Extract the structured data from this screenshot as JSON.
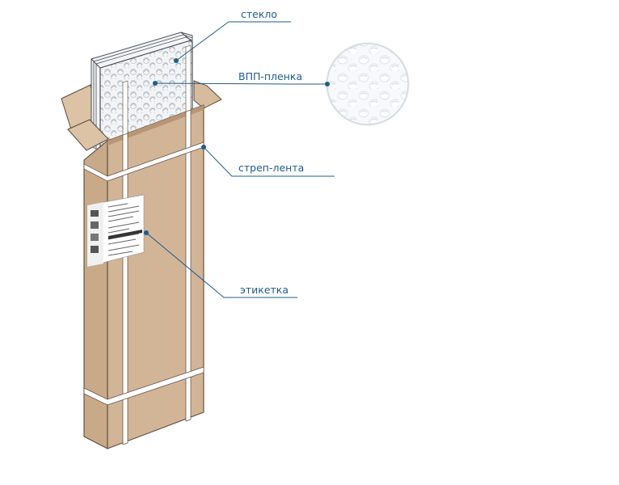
{
  "labels": {
    "glass": "стекло",
    "bubble_wrap": "ВПП-пленка",
    "strap": "стреп-лента",
    "label": "этикетка"
  },
  "colors": {
    "cardboard_front": "#d2b497",
    "cardboard_side": "#c6a683",
    "cardboard_flap": "#dcc3a6",
    "cardboard_edge": "#5a4a3c",
    "callout_line": "#1f5d8a",
    "callout_text": "#1f5d8a",
    "strap": "#ffffff",
    "bubble_film": "#eef1f4"
  }
}
